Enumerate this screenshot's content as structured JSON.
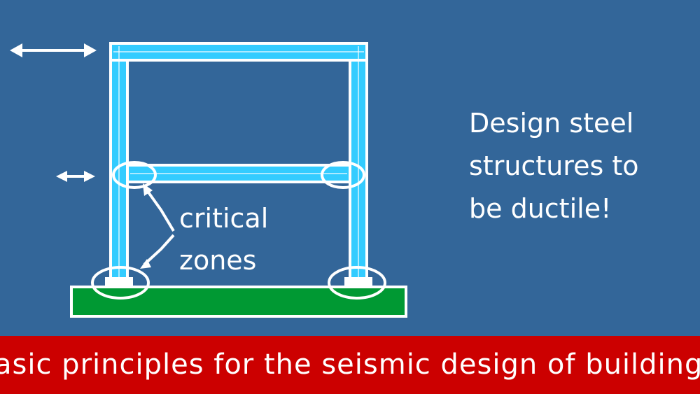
{
  "colors": {
    "background": "#336699",
    "banner": "#cc0000",
    "foundation": "#009933",
    "frame_member": "#33ccff",
    "outline": "#ffffff"
  },
  "diagram": {
    "critical_zones_lines": [
      "critical",
      "zones"
    ],
    "message_lines": [
      "Design steel",
      "structures to",
      "be ductile!"
    ]
  },
  "footer": {
    "banner_text": "asic principles for the seismic design of building"
  }
}
